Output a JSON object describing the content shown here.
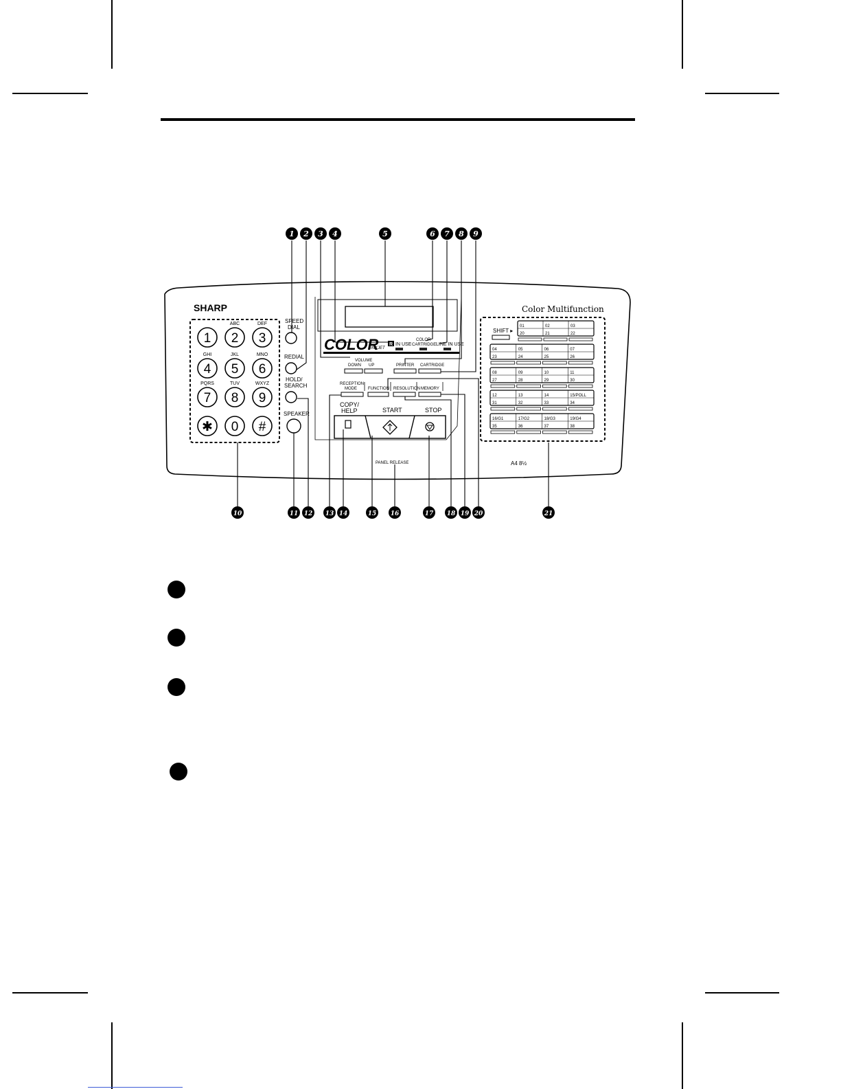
{
  "panel": {
    "brand": "SHARP",
    "model_title": "Color Multifunction",
    "color_logo": "COLOR",
    "inkjet_logo": "INKJET",
    "in_use_badge": "R",
    "in_use_label": "IN USE",
    "color_cartridge_label_1": "COLOR",
    "color_cartridge_label_2": "CARTRIDGE",
    "line_in_use_label": "LINE IN USE",
    "volume_label": "VOLUME",
    "volume_down": "DOWN",
    "volume_up": "UP",
    "printer_label": "PRINTER",
    "cartridge_label": "CARTRIDGE",
    "reception_mode_1": "RECEPTION",
    "reception_mode_2": "MODE",
    "function_label": "FUNCTION",
    "resolution_label": "RESOLUTION",
    "memory_label": "MEMORY",
    "copy_help_1": "COPY/",
    "copy_help_2": "HELP",
    "start_label": "START",
    "stop_label": "STOP",
    "panel_release": "PANEL RELEASE",
    "speed_dial_1": "SPEED",
    "speed_dial_2": "DIAL",
    "redial": "REDIAL",
    "hold_search_1": "HOLD/",
    "hold_search_2": "SEARCH",
    "speaker": "SPEAKER",
    "shift_label": "SHIFT ▸",
    "paper_size": "A4 8½",
    "keypad": [
      {
        "digit": "1",
        "letters": ""
      },
      {
        "digit": "2",
        "letters": "ABC"
      },
      {
        "digit": "3",
        "letters": "DEF"
      },
      {
        "digit": "4",
        "letters": "GHI"
      },
      {
        "digit": "5",
        "letters": "JKL"
      },
      {
        "digit": "6",
        "letters": "MNO"
      },
      {
        "digit": "7",
        "letters": "PQRS"
      },
      {
        "digit": "8",
        "letters": "TUV"
      },
      {
        "digit": "9",
        "letters": "WXYZ"
      },
      {
        "digit": "✱",
        "letters": ""
      },
      {
        "digit": "0",
        "letters": ""
      },
      {
        "digit": "#",
        "letters": ""
      }
    ],
    "one_touch_rows": [
      {
        "top": [
          "01",
          "02",
          "03"
        ],
        "bottom": [
          "20",
          "21",
          "22"
        ]
      },
      {
        "top": [
          "04",
          "05",
          "06",
          "07"
        ],
        "bottom": [
          "23",
          "24",
          "25",
          "26"
        ]
      },
      {
        "top": [
          "08",
          "09",
          "10",
          "11"
        ],
        "bottom": [
          "27",
          "28",
          "29",
          "30"
        ]
      },
      {
        "top": [
          "12",
          "13",
          "14",
          "15/POLL"
        ],
        "bottom": [
          "31",
          "32",
          "33",
          "34"
        ]
      },
      {
        "top": [
          "16/G1",
          "17/G2",
          "18/G3",
          "19/G4"
        ],
        "bottom": [
          "35",
          "36",
          "37",
          "38"
        ]
      }
    ]
  },
  "callouts_top": [
    "1",
    "2",
    "3",
    "4",
    "5",
    "6",
    "7",
    "8",
    "9"
  ],
  "callouts_bottom": [
    "10",
    "11",
    "12",
    "13",
    "14",
    "15",
    "16",
    "17",
    "18",
    "19",
    "20",
    "21"
  ]
}
